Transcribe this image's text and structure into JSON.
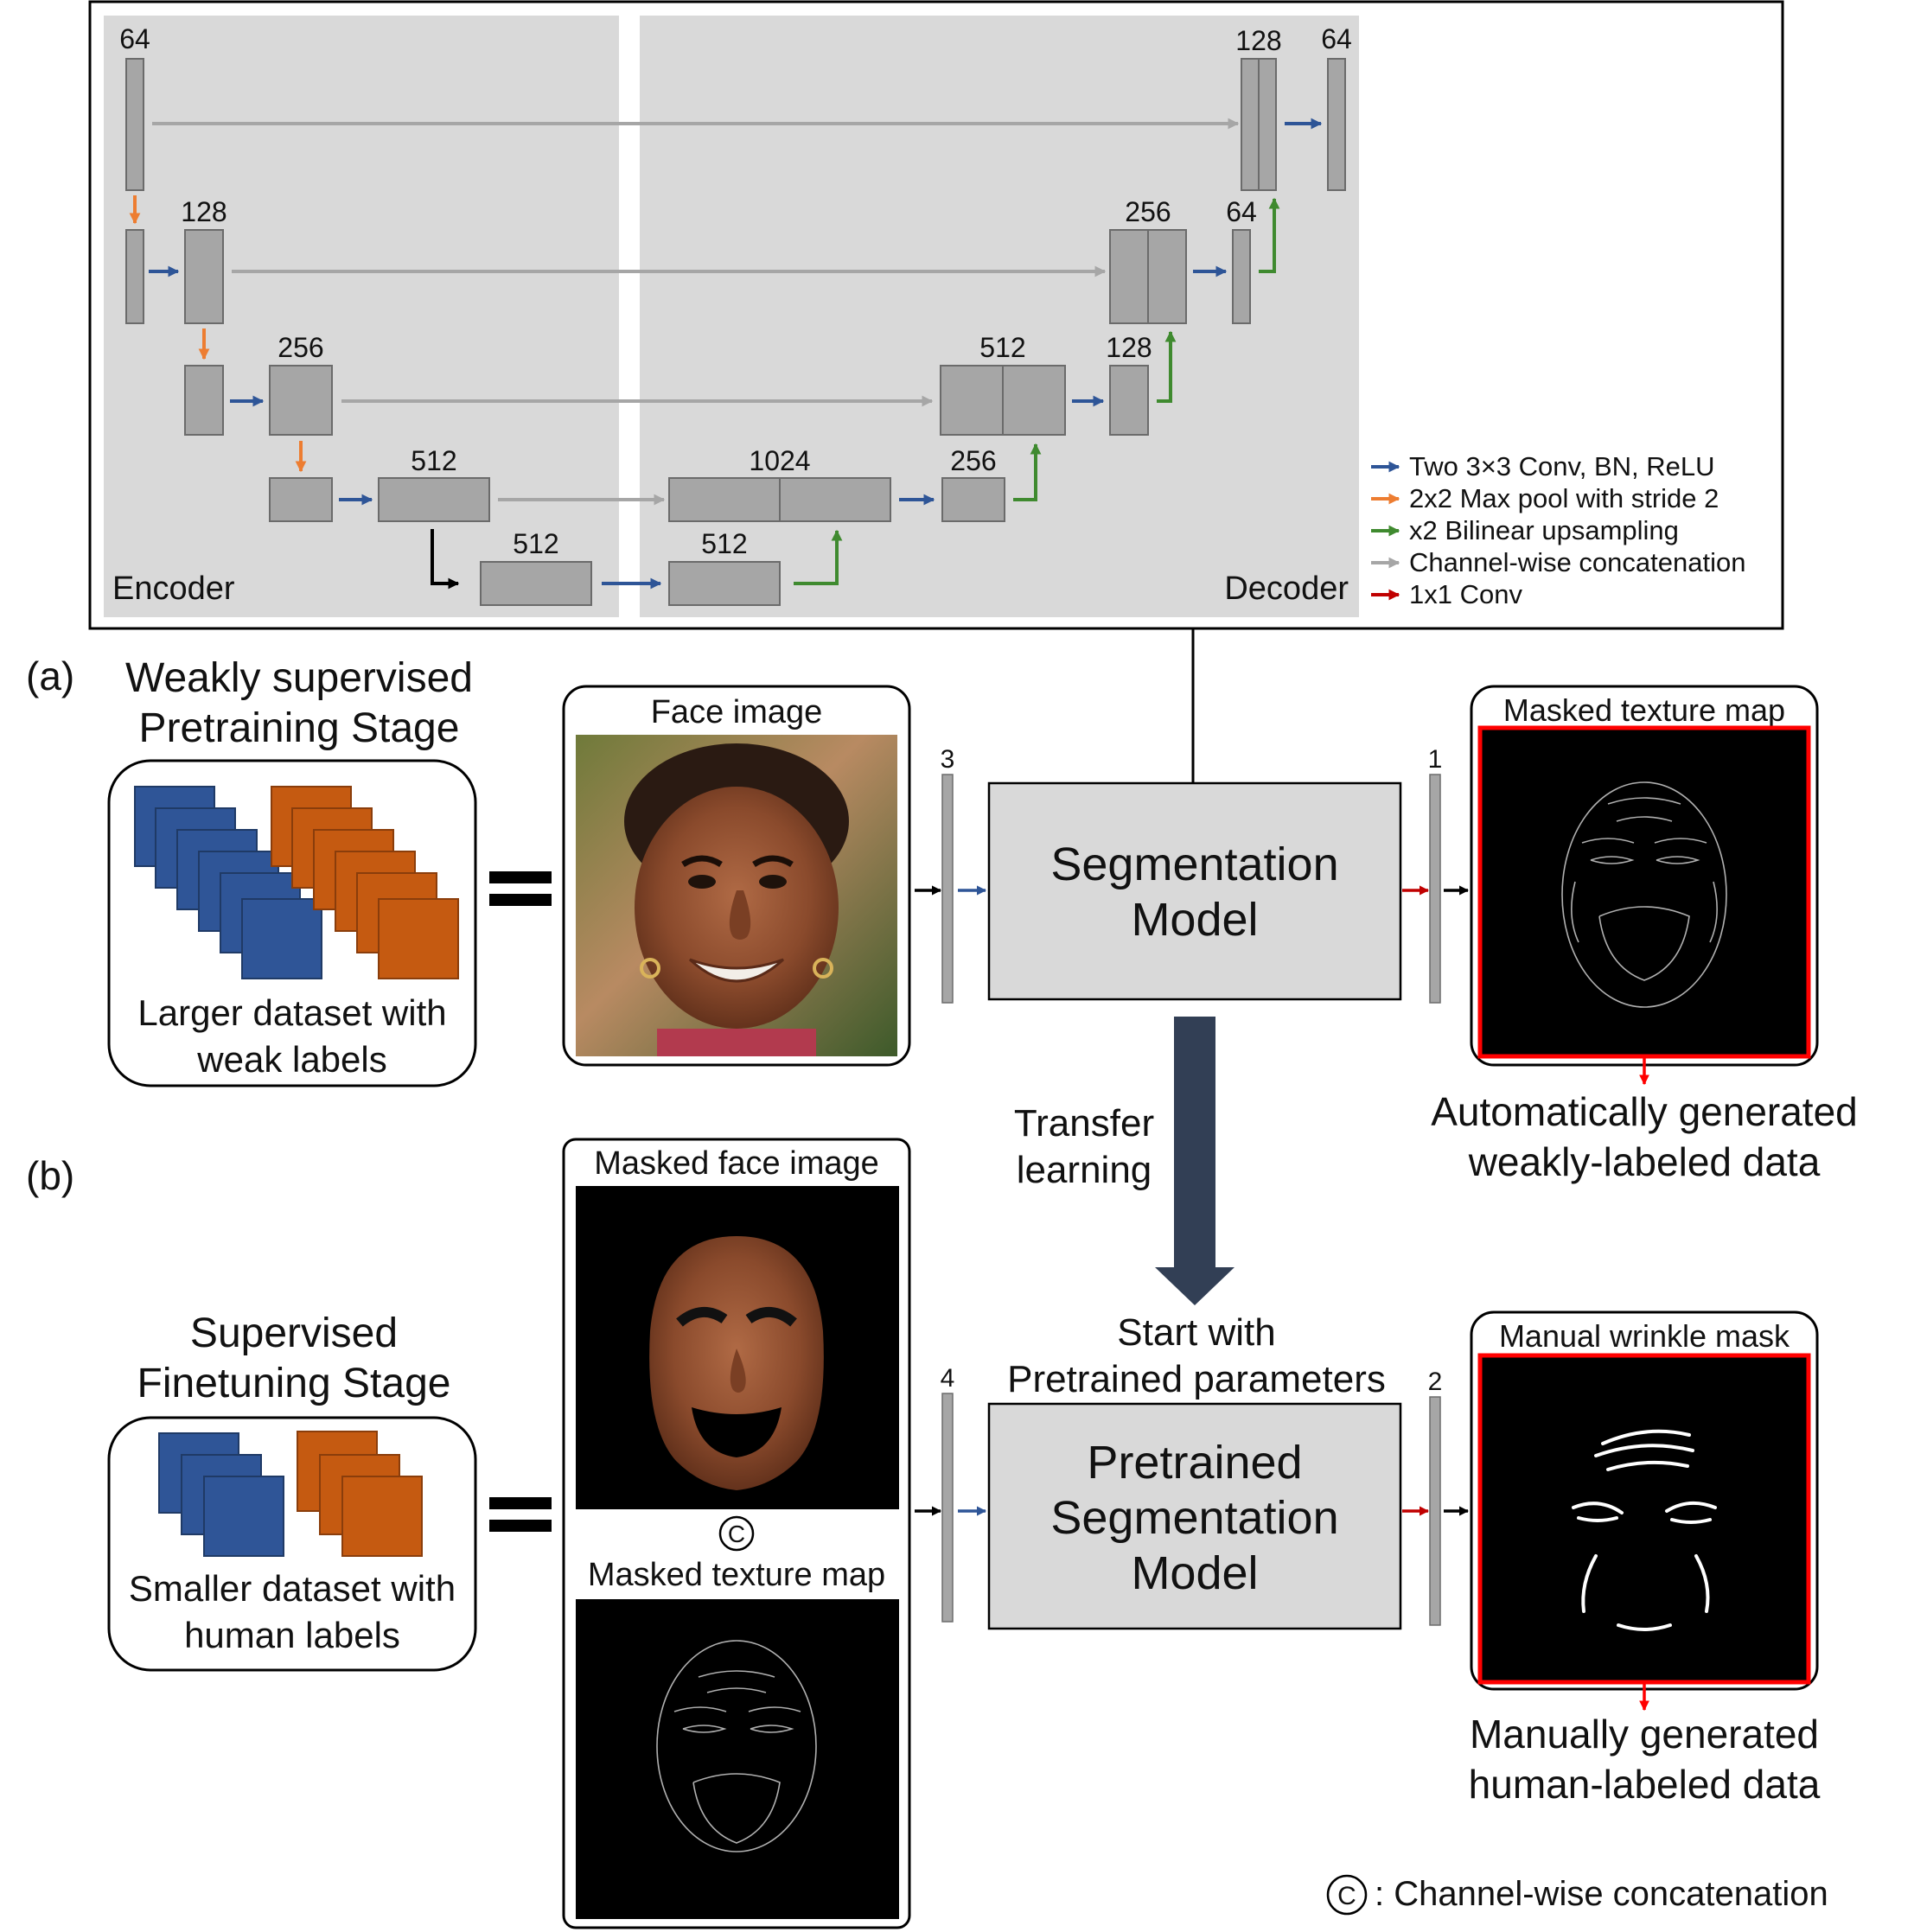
{
  "unet": {
    "encoder_label": "Encoder",
    "decoder_label": "Decoder",
    "blocks": {
      "e1": "64",
      "e2": "128",
      "e3": "256",
      "e4": "512",
      "bott_a": "512",
      "bott_b": "512",
      "d4": "1024",
      "d4b": "256",
      "d3": "512",
      "d3b": "128",
      "d2": "256",
      "d2b": "64",
      "d1": "128",
      "out": "64"
    },
    "legend": [
      {
        "label": "Two 3×3 Conv, BN, ReLU",
        "color": "#2e5597"
      },
      {
        "label": "2x2 Max pool with stride 2",
        "color": "#ed7d31"
      },
      {
        "label": "x2 Bilinear upsampling",
        "color": "#3f8a2f"
      },
      {
        "label": "Channel-wise concatenation",
        "color": "#a6a6a6"
      },
      {
        "label": "1x1 Conv",
        "color": "#c00000"
      }
    ]
  },
  "stage_a": {
    "tag": "(a)",
    "title_line1": "Weakly supervised",
    "title_line2": "Pretraining Stage",
    "dataset_line1": "Larger dataset with",
    "dataset_line2": "weak labels",
    "input_title": "Face image",
    "input_channels": "3",
    "model_line1": "Segmentation",
    "model_line2": "Model",
    "output_channels": "1",
    "output_title": "Masked texture map",
    "result_line1": "Automatically generated",
    "result_line2": "weakly-labeled data"
  },
  "transfer": {
    "line1": "Transfer",
    "line2": "learning",
    "start_line1": "Start with",
    "start_line2": "Pretrained parameters"
  },
  "stage_b": {
    "tag": "(b)",
    "title_line1": "Supervised",
    "title_line2": "Finetuning Stage",
    "dataset_line1": "Smaller dataset with",
    "dataset_line2": "human labels",
    "input_title_top": "Masked face image",
    "concat_symbol": "C",
    "input_title_bottom": "Masked texture map",
    "input_channels": "4",
    "model_line1": "Pretrained",
    "model_line2": "Segmentation",
    "model_line3": "Model",
    "output_channels": "2",
    "output_title": "Manual wrinkle mask",
    "result_line1": "Manually generated",
    "result_line2": "human-labeled data"
  },
  "footnote": {
    "symbol": "C",
    "text": ": Channel-wise concatenation"
  },
  "colors": {
    "panel_gray": "#d9d9d9",
    "block_gray": "#a6a6a6",
    "blue": "#2e5597",
    "orange": "#ed7d31",
    "green": "#3f8a2f",
    "red": "#c00000",
    "dataset_blue": "#2f5597",
    "dataset_orange": "#c55a11",
    "transfer_arrow": "#323f55",
    "output_border": "#ff0000"
  }
}
